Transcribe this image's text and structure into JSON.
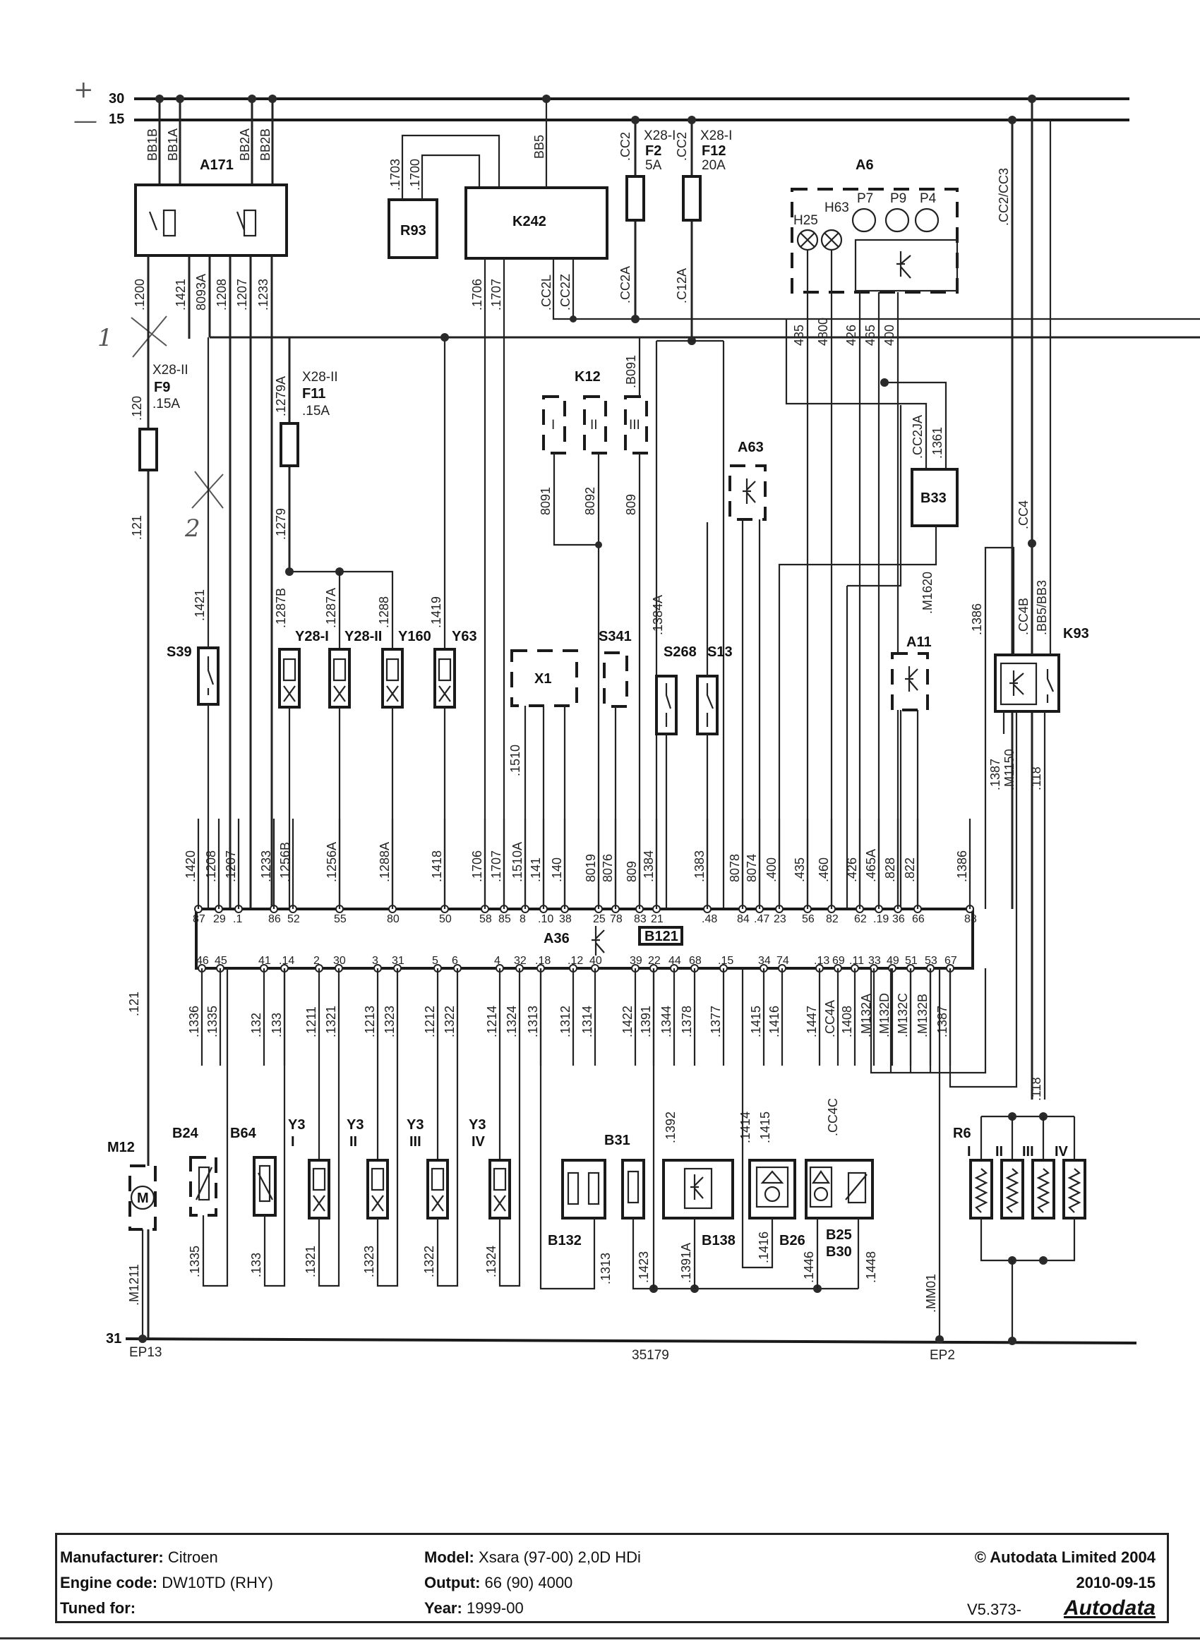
{
  "buses": {
    "b30": "30",
    "b15": "15",
    "b31": "31",
    "ep13": "EP13",
    "ep2": "EP2",
    "ground_code": "35179"
  },
  "handwritten": {
    "plus": "+",
    "minus": "—",
    "mark1": "1",
    "mark2": "2"
  },
  "components": {
    "A171": "A171",
    "R93": "R93",
    "K242": "K242",
    "A6": "A6",
    "H25": "H25",
    "H63": "H63",
    "P7": "P7",
    "P9": "P9",
    "P4": "P4",
    "F2": "F2",
    "F12": "F12",
    "F9": "F9",
    "F11": "F11",
    "K12": "K12",
    "K12_I": "I",
    "K12_II": "II",
    "K12_III": "III",
    "A63": "A63",
    "B33": "B33",
    "S39": "S39",
    "Y28I": "Y28-I",
    "Y28II": "Y28-II",
    "Y160": "Y160",
    "Y63": "Y63",
    "X1": "X1",
    "S341": "S341",
    "S268": "S268",
    "S13": "S13",
    "A11": "A11",
    "K93": "K93",
    "A36": "A36",
    "B121": "B121",
    "M12": "M12",
    "M12_sym": "M",
    "B24": "B24",
    "B64": "B64",
    "Y3": "Y3",
    "Y3_I": "I",
    "Y3_II": "II",
    "Y3_III": "III",
    "Y3_IV": "IV",
    "B132": "B132",
    "B31": "B31",
    "B138": "B138",
    "B26": "B26",
    "B25": "B25",
    "B30": "B30",
    "R6": "R6",
    "R6_I": "I",
    "R6_II": "II",
    "R6_III": "III",
    "R6_IV": "IV"
  },
  "fuses": {
    "F2": {
      "conn": "X28-I",
      "rating": "5A"
    },
    "F12": {
      "conn": "X28-I",
      "rating": "20A"
    },
    "F9": {
      "conn": "X28-II",
      "rating": ".15A"
    },
    "F11": {
      "conn": "X28-II",
      "rating": ".15A"
    }
  },
  "wires_top": {
    "BB1B": "BB1B",
    "BB1A": "BB1A",
    "BB2A": "BB2A",
    "BB2B": "BB2B",
    "BB5": "BB5",
    "CC2a": ".CC2",
    "CC2b": ".CC2",
    "CC2CC3": ".CC2/CC3",
    "w1703": ".1703",
    "w1700": ".1700",
    "w1706": ".1706",
    "w1707": ".1707",
    "CC2L": ".CC2L",
    "CC2Z": ".CC2Z",
    "CC2A": ".CC2A",
    "C12A": ".C12A",
    "w1200": ".1200",
    "w1421": ".1421",
    "w8093A": "8093A",
    "w1208": ".1208",
    "w1207": ".1207",
    "w1233": ".1233",
    "w120": ".120",
    "w121a": ".121",
    "w1279A": ".1279A",
    "w1279": ".1279",
    "B091": ".B091",
    "w8091": "8091",
    "w8092": "8092",
    "w809": "809",
    "w435": "435",
    "w4800": "4800",
    "w426": "426",
    "w465": "465",
    "w400": "400",
    "CC2JA": ".CC2JA",
    "w1361": ".1361",
    "M1620": ".M1620",
    "CC4": ".CC4",
    "w1384A": ".1384A",
    "w1421b": ".1421",
    "w1287B": ".1287B",
    "w1287A": ".1287A",
    "w1288": ".1288",
    "w1419": ".1419",
    "w1386": ".1386",
    "CC4B": ".CC4B",
    "BB5BB3": ".BB5/BB3",
    "w1387": ".1387",
    "M1150": ".M1150",
    "w118": ".118",
    "w1510": ".1510"
  },
  "ecu_upper_wires": [
    ".1420",
    ".1208",
    ".1207",
    ".1233",
    ".1256B",
    ".1256A",
    ".1288A",
    ".1418",
    ".1706",
    ".1707",
    ".1510A",
    ".141",
    ".140",
    "8019",
    "8076",
    "809",
    ".1384",
    ".1383",
    "8078",
    "8074",
    ".400",
    ".435",
    ".460",
    ".426",
    ".465A",
    ".828",
    ".822",
    ".1386"
  ],
  "ecu_upper_pins": [
    "87",
    "29",
    ".1",
    "86",
    "52",
    "55",
    "80",
    "50",
    "58",
    "85",
    "8",
    ".10",
    "38",
    "25",
    "78",
    "83",
    "21",
    ".48",
    "84",
    ".47",
    "23",
    "56",
    "82",
    "62",
    ".19",
    "36",
    "66",
    "88"
  ],
  "ecu_lower_pins": [
    "46",
    "45",
    "41",
    ".14",
    "2",
    "30",
    "3",
    "31",
    "5",
    "6",
    "4",
    "32",
    ".18",
    ".12",
    "40",
    "39",
    "22",
    "44",
    "68",
    ".15",
    "34",
    "74",
    ".13",
    "69",
    ".11",
    "33",
    "49",
    "51",
    "53",
    "67"
  ],
  "ecu_lower_wires": [
    ".1336",
    ".1335",
    ".132",
    ".133",
    ".1211",
    ".1321",
    ".1213",
    ".1323",
    ".1212",
    ".1322",
    ".1214",
    ".1324",
    ".1313",
    ".1312",
    ".1314",
    ".1422",
    ".1391",
    ".1344",
    ".1378",
    ".1377",
    ".1415",
    ".1416",
    ".1447",
    ".CC4A",
    ".1408",
    ".M132A",
    ".M132D",
    ".M132C",
    ".M132B",
    ".1387"
  ],
  "bottom_wires": {
    "w121": ".121",
    "M1211": ".M1211",
    "w1335": ".1335",
    "w133": ".133",
    "w1321": ".1321",
    "w1323": ".1323",
    "w1322": ".1322",
    "w1324": ".1324",
    "w1313": ".1313",
    "w1423": ".1423",
    "w1391A": ".1391A",
    "w1392": ".1392",
    "w1414": ".1414",
    "w1415": ".1415",
    "w1416": ".1416",
    "CC4C": ".CC4C",
    "w1446": ".1446",
    "w1448": ".1448",
    "MM01": ".MM01",
    "w118": ".118"
  },
  "footer": {
    "manufacturer_label": "Manufacturer:",
    "manufacturer": "Citroen",
    "engine_label": "Engine code:",
    "engine": "DW10TD (RHY)",
    "tuned_label": "Tuned for:",
    "tuned": "",
    "model_label": "Model:",
    "model": "Xsara (97-00) 2,0D HDi",
    "output_label": "Output:",
    "output": "66 (90) 4000",
    "year_label": "Year:",
    "year": "1999-00",
    "copyright": "© Autodata Limited 2004",
    "date": "2010-09-15",
    "version": "V5.373-",
    "logo": "Autodata"
  }
}
